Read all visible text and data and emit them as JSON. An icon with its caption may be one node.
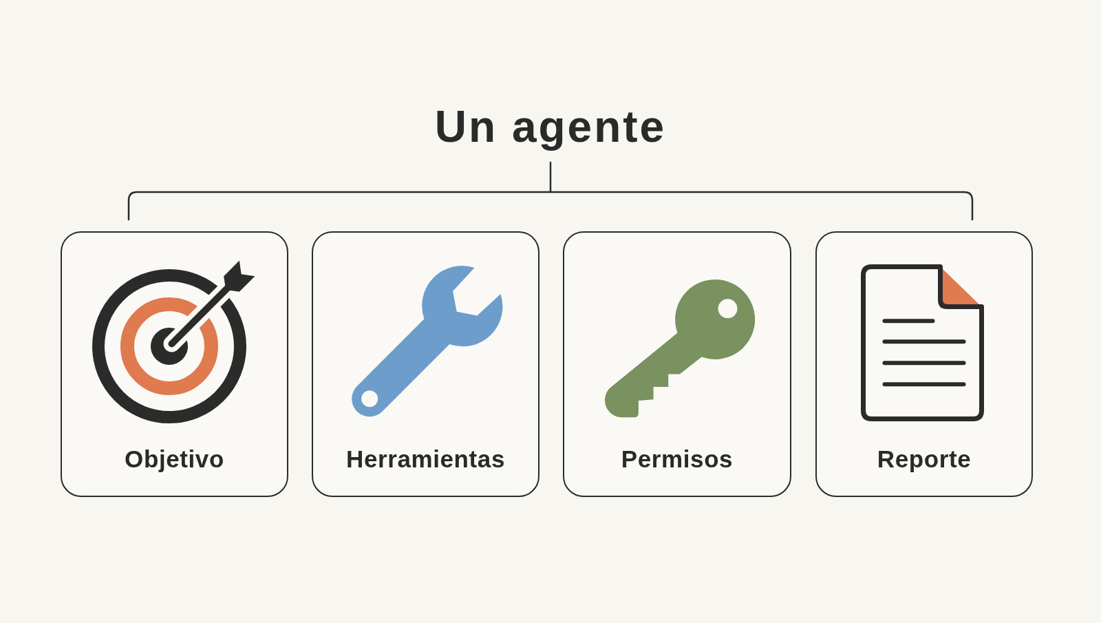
{
  "diagram": {
    "title": "Un agente",
    "nodes": [
      {
        "text": [
          "Objetivo"
        ]
      },
      {
        "text": [
          "Herramientas"
        ]
      },
      {
        "text": [
          "Permisos"
        ]
      },
      {
        "text": [
          "Reporte"
        ]
      }
    ]
  }
}
